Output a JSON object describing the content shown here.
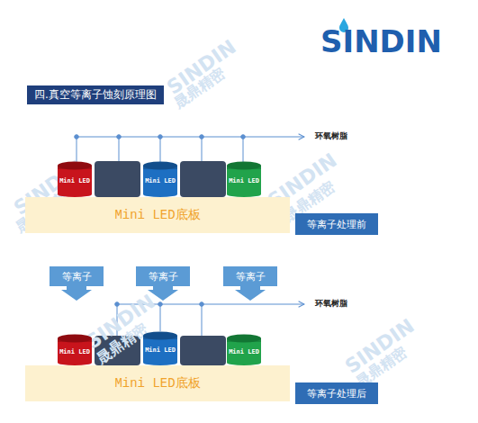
{
  "diagram": {
    "title": "四.真空等离子蚀刻原理图",
    "nodes": [
      {
        "text": [
          "Mini LED"
        ]
      },
      {
        "text": [
          "Mini LED"
        ]
      },
      {
        "text": [
          "Mini LED"
        ]
      },
      {
        "text": [
          "Mini LED底板"
        ]
      },
      {
        "text": [
          "等离子处理前"
        ]
      },
      {
        "text": [
          "等离子"
        ]
      },
      {
        "text": [
          "等离子"
        ]
      },
      {
        "text": [
          "等离子"
        ]
      },
      {
        "text": [
          "Mini LED"
        ]
      },
      {
        "text": [
          "Mini LED"
        ]
      },
      {
        "text": [
          "Mini LED"
        ]
      },
      {
        "text": [
          "Mini LED底板"
        ]
      },
      {
        "text": [
          "等离子处理后"
        ]
      }
    ],
    "edges": [],
    "labels": [
      "SINDIN",
      "环氧树脂",
      "环氧树脂",
      "SINDIN",
      "晟鼎精密",
      "SINDIN",
      "晟鼎精密",
      "SINDIN",
      "晟鼎精密",
      "SINDIN",
      "晟鼎精密",
      "SINDIN",
      "晟鼎精密"
    ]
  }
}
